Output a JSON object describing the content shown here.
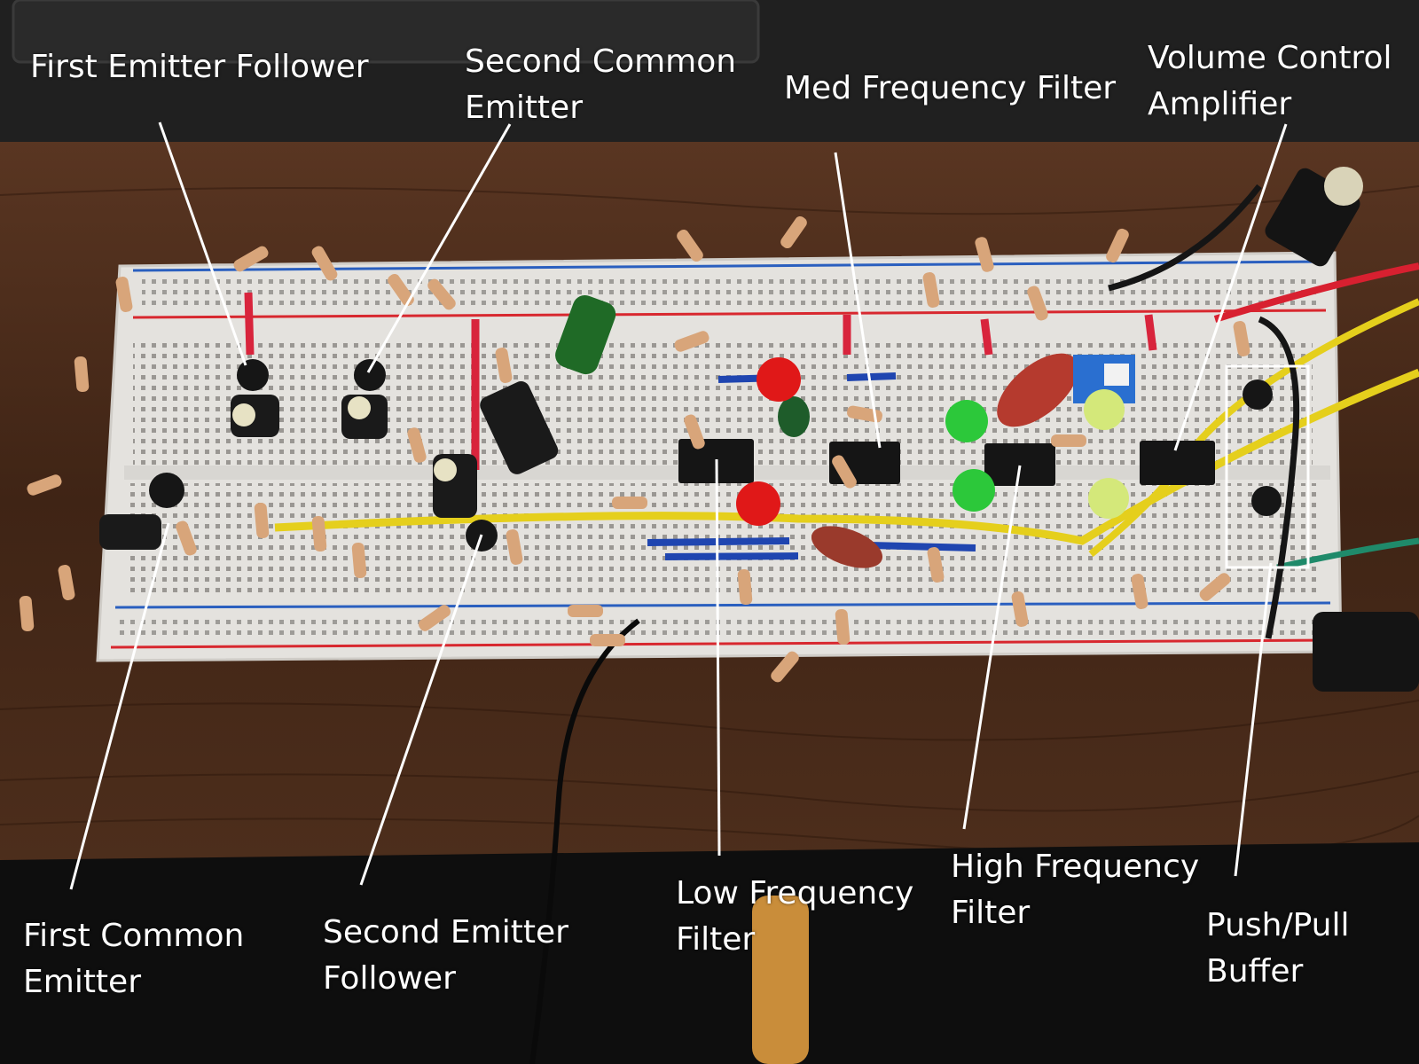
{
  "labels": {
    "first_emitter_follower": [
      "First Emitter Follower"
    ],
    "second_common_emitter": [
      "Second Common",
      "Emitter"
    ],
    "med_frequency_filter": [
      "Med Frequency Filter"
    ],
    "volume_control_amplifier": [
      "Volume Control",
      "Amplifier"
    ],
    "first_common_emitter": [
      "First Common",
      "Emitter"
    ],
    "second_emitter_follower": [
      "Second Emitter",
      "Follower"
    ],
    "low_frequency_filter": [
      "Low Frequency",
      "Filter"
    ],
    "high_frequency_filter": [
      "High Frequency",
      "Filter"
    ],
    "push_pull_buffer": [
      "Push/Pull",
      "Buffer"
    ]
  },
  "colors": {
    "table_wood": "#4a2c1c",
    "laptop": "#1c1c1c",
    "breadboard": "#e8e6e2",
    "rail_red": "#d8282f",
    "rail_blue": "#2a5fbf",
    "label_text": "#ffffff",
    "pointer_line": "#ffffff"
  }
}
